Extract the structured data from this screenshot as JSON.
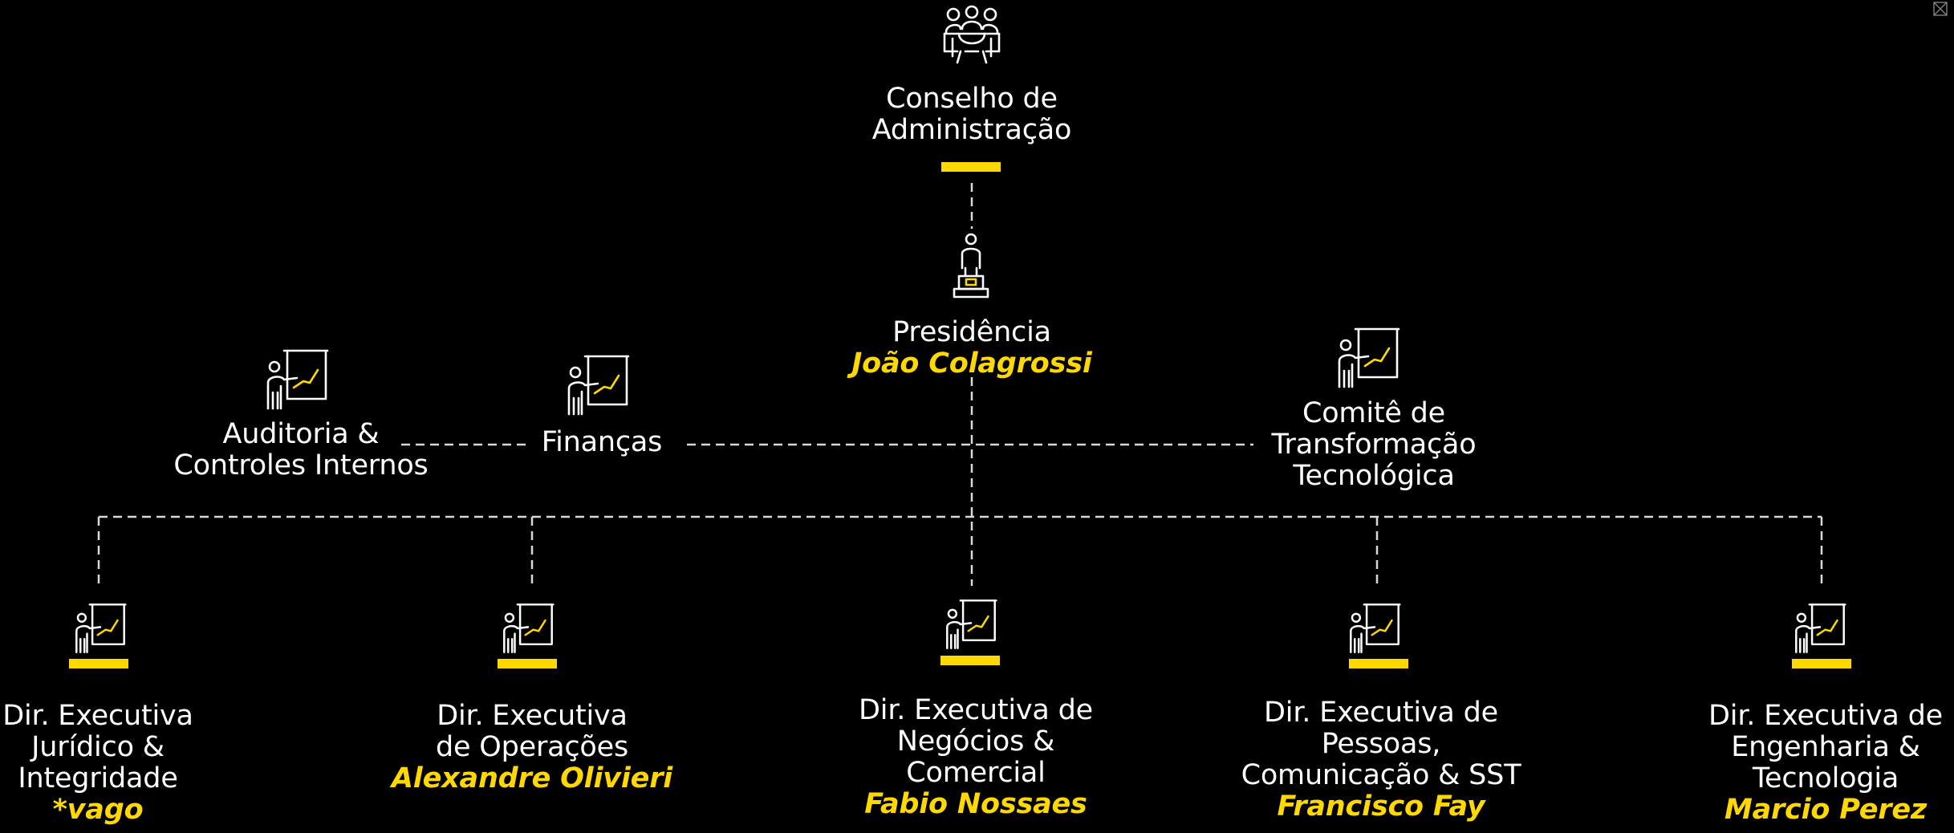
{
  "accent_color": "#ffd800",
  "background_color": "#000000",
  "close_icon": "close-icon",
  "nodes": {
    "conselho": {
      "icon": "meeting-table-icon",
      "lines": [
        "Conselho de",
        "Administração"
      ]
    },
    "presidencia": {
      "icon": "trophy-person-icon",
      "lines": [
        "Presidência"
      ],
      "name": "João Colagrossi"
    },
    "auditoria": {
      "icon": "presenter-chart-icon",
      "lines": [
        "Auditoria &",
        "Controles Internos"
      ]
    },
    "financas": {
      "icon": "presenter-chart-icon",
      "lines": [
        "Finanças"
      ]
    },
    "comite": {
      "icon": "presenter-chart-icon",
      "lines": [
        "Comitê de",
        "Transformação",
        "Tecnológica"
      ]
    },
    "juridico": {
      "icon": "presenter-chart-icon",
      "lines": [
        "Dir. Executiva",
        "Jurídico &",
        "Integridade"
      ],
      "name": "*vago"
    },
    "operacoes": {
      "icon": "presenter-chart-icon",
      "lines": [
        "Dir. Executiva",
        "de Operações"
      ],
      "name": "Alexandre Olivieri"
    },
    "negocios": {
      "icon": "presenter-chart-icon",
      "lines": [
        "Dir. Executiva de",
        "Negócios &",
        "Comercial"
      ],
      "name": "Fabio Nossaes"
    },
    "pessoas": {
      "icon": "presenter-chart-icon",
      "lines": [
        "Dir. Executiva de",
        "Pessoas,",
        "Comunicação & SST"
      ],
      "name": "Francisco Fay"
    },
    "engenharia": {
      "icon": "presenter-chart-icon",
      "lines": [
        "Dir. Executiva de",
        "Engenharia &",
        "Tecnologia"
      ],
      "name": "Marcio Perez"
    }
  }
}
